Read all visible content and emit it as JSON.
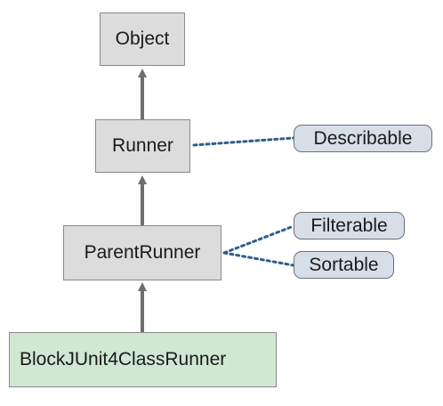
{
  "diagram": {
    "classes": {
      "object": "Object",
      "runner": "Runner",
      "parent_runner": "ParentRunner",
      "block_runner": "BlockJUnit4ClassRunner"
    },
    "interfaces": {
      "describable": "Describable",
      "filterable": "Filterable",
      "sortable": "Sortable"
    },
    "colors": {
      "class_fill": "#dcdcdc",
      "leaf_class_fill": "#cfe8d2",
      "interface_fill": "#d6dee8",
      "inheritance_arrow": "#6e6e6e",
      "implements_line": "#2e5f8a"
    }
  }
}
